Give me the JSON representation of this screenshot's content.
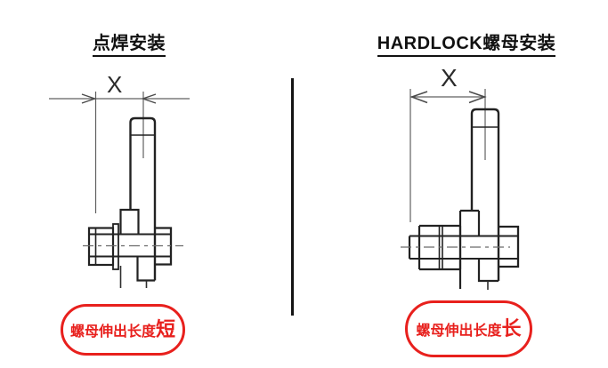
{
  "figure": {
    "type": "technical-comparison-diagram",
    "background": "#ffffff",
    "divider_color": "#141414",
    "line_color": "#222222",
    "thin_line_color": "#606060",
    "accent_red": "#e8201d"
  },
  "left_panel": {
    "title": "点焊安装",
    "dimension_label": "X",
    "badge": {
      "prefix": "螺母伸出长度",
      "emphasis": "短"
    }
  },
  "right_panel": {
    "title": "HARDLOCK螺母安装",
    "dimension_label": "X",
    "badge": {
      "prefix": "螺母伸出长度",
      "emphasis": "长"
    }
  }
}
